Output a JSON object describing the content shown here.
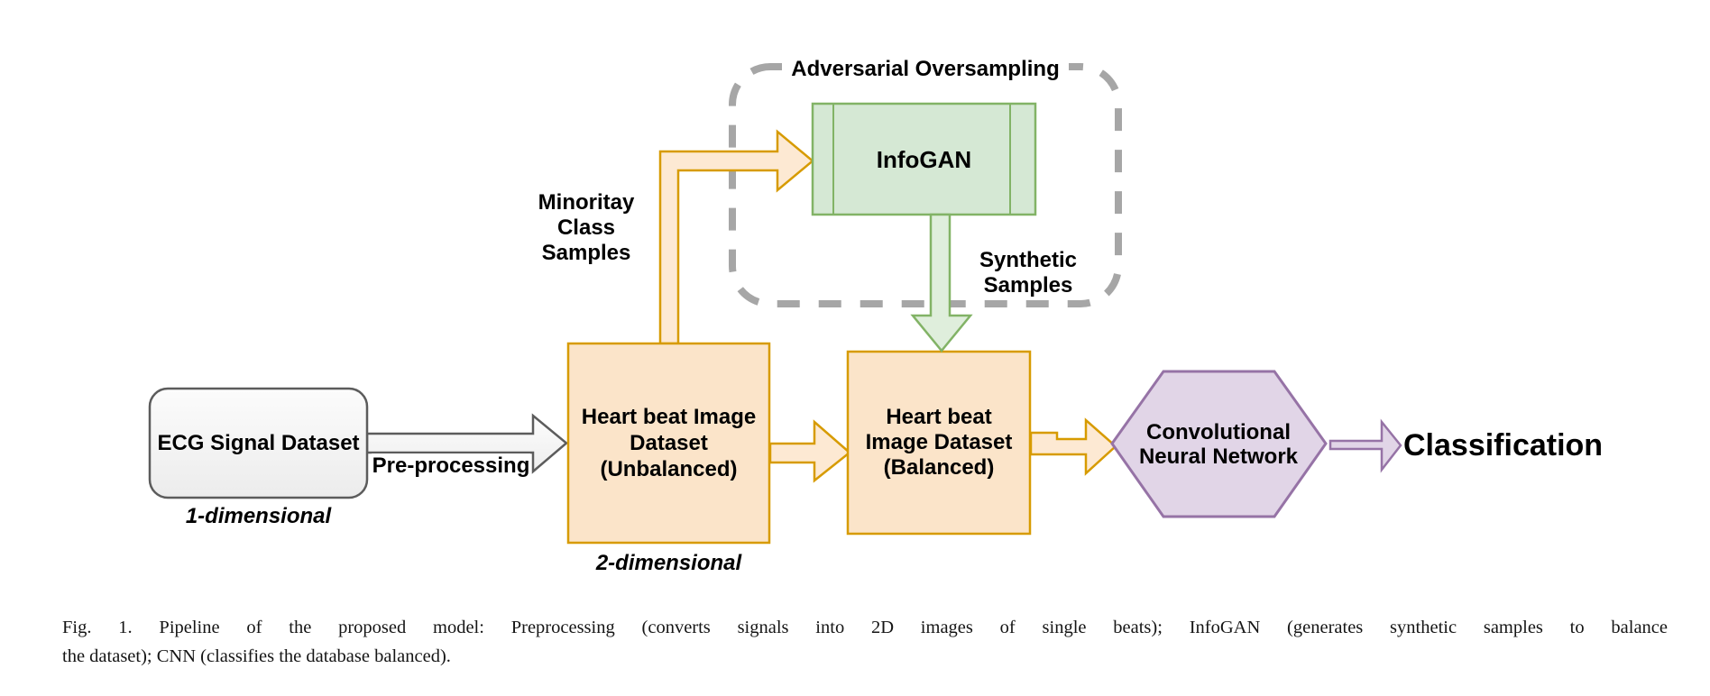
{
  "figure": {
    "caption_line1": "Fig. 1.  Pipeline of the proposed model: Preprocessing (converts signals into 2D images of single beats); InfoGAN (generates synthetic samples to balance",
    "caption_line2": "the dataset); CNN (classifies the database balanced)."
  },
  "diagram": {
    "group": {
      "label": "Adversarial Oversampling"
    },
    "nodes": {
      "ecg_dataset": {
        "label": "ECG Signal Dataset",
        "sublabel": "1-dimensional"
      },
      "unbalanced_dataset": {
        "label": "Heart beat Image\nDataset\n(Unbalanced)",
        "sublabel": "2-dimensional"
      },
      "balanced_dataset": {
        "label": "Heart beat\nImage Dataset\n(Balanced)"
      },
      "infogan": {
        "label": "InfoGAN"
      },
      "cnn": {
        "label": "Convolutional\nNeural Network"
      },
      "classification": {
        "label": "Classification"
      }
    },
    "edges": {
      "preprocessing": {
        "label": "Pre-processing"
      },
      "minority_class": {
        "label": "Minoritay\nClass\nSamples"
      },
      "synthetic": {
        "label": "Synthetic\nSamples"
      }
    },
    "colors": {
      "orange_fill": "#FBE4C9",
      "orange_arrow_fill": "#FDE9D3",
      "orange_stroke": "#D79B00",
      "green_fill": "#D5E8D4",
      "green_arrow_fill": "#DFEEDC",
      "green_stroke": "#82B366",
      "purple_fill": "#E1D5E7",
      "purple_stroke": "#9673A6",
      "dash_gray": "#A6A6A6",
      "neutral_fill": "#F7F7F7",
      "neutral_stroke": "#5C5C5C"
    }
  }
}
